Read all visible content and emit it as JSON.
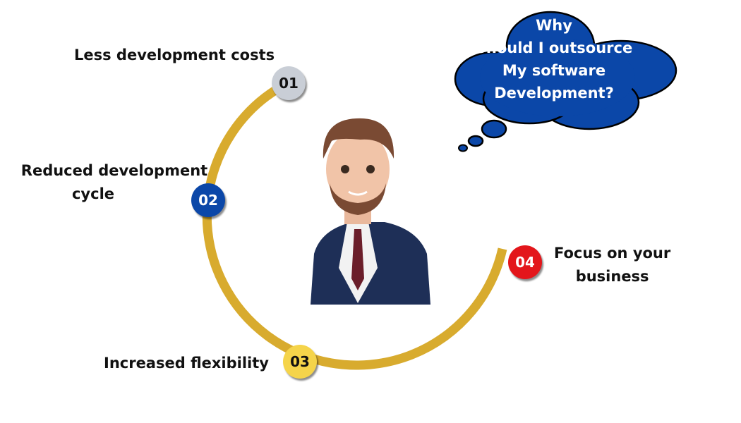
{
  "thought_bubble": {
    "lines": [
      "Why",
      "Should I outsource",
      "My software",
      "Development?"
    ],
    "color": "#0b47a8"
  },
  "steps": [
    {
      "number": "01",
      "label_lines": [
        "Less development costs"
      ],
      "color": "#c9ced6",
      "text_color": "#111111"
    },
    {
      "number": "02",
      "label_lines": [
        "Reduced development",
        "cycle"
      ],
      "color": "#0b47a8",
      "text_color": "#ffffff"
    },
    {
      "number": "03",
      "label_lines": [
        "Increased flexibility"
      ],
      "color": "#f5d44a",
      "text_color": "#111111"
    },
    {
      "number": "04",
      "label_lines": [
        "Focus on your",
        "business"
      ],
      "color": "#e3161b",
      "text_color": "#ffffff"
    }
  ],
  "arc_color": "#d8ab2e"
}
